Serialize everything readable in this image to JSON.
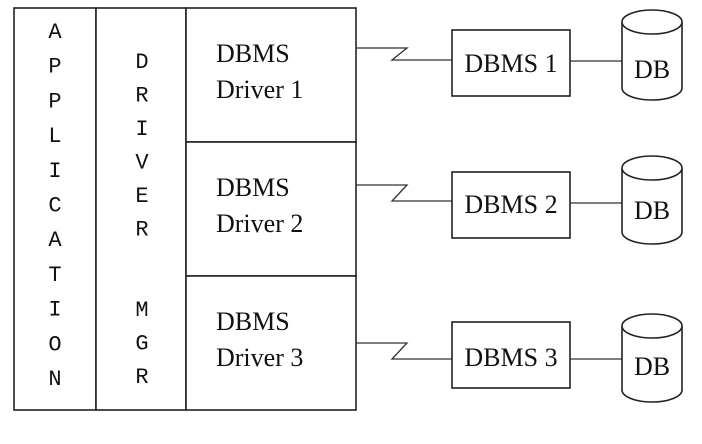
{
  "application_label": "APPLICATION",
  "driver_manager": {
    "top_label": "DRIVER",
    "bottom_label": "MGR"
  },
  "drivers": [
    {
      "line1": "DBMS",
      "line2": "Driver 1",
      "dbms": "DBMS 1",
      "db": "DB"
    },
    {
      "line1": "DBMS",
      "line2": "Driver 2",
      "dbms": "DBMS 2",
      "db": "DB"
    },
    {
      "line1": "DBMS",
      "line2": "Driver 3",
      "dbms": "DBMS 3",
      "db": "DB"
    }
  ]
}
